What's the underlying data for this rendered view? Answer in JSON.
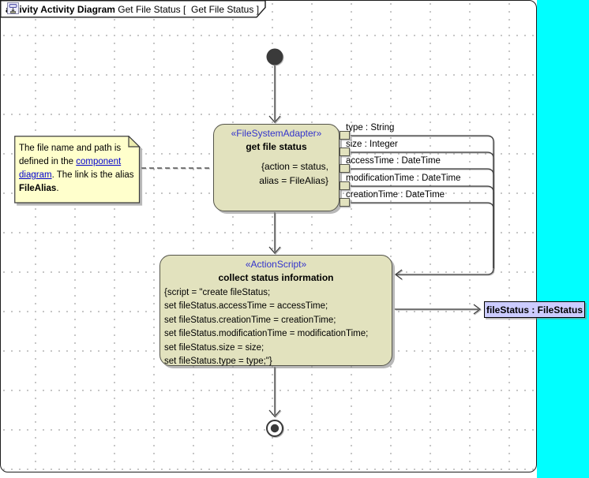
{
  "frame": {
    "title_bold": "activity Activity Diagram",
    "title_mid": " Get File Status [ ",
    "title_end": " Get File Status ]"
  },
  "note": {
    "text1": "The file name and path is defined in the ",
    "link_text": "component diagram",
    "text2": ". The link is the alias ",
    "bold_text": "FileAlias",
    "text3": "."
  },
  "action1": {
    "stereotype": "«FileSystemAdapter»",
    "name": "get file status",
    "tags": [
      "{action = status,",
      "alias = FileAlias}"
    ]
  },
  "pins": [
    {
      "label": "type : String"
    },
    {
      "label": "size : Integer"
    },
    {
      "label": "accessTime : DateTime"
    },
    {
      "label": "modificationTime : DateTime"
    },
    {
      "label": "creationTime : DateTime"
    }
  ],
  "action2": {
    "stereotype": "«ActionScript»",
    "name": "collect status information",
    "script_lines": [
      "{script = \"create fileStatus;",
      "set fileStatus.accessTime = accessTime;",
      "set fileStatus.creationTime = creationTime;",
      "set fileStatus.modificationTime = modificationTime;",
      "set fileStatus.size = size;",
      "set fileStatus.type = type;\"}"
    ]
  },
  "output_node": {
    "label": "fileStatus : FileStatus"
  },
  "colors": {
    "action_fill": "#E2E2BE",
    "note_fill": "#FFFFCC",
    "output_fill": "#CCCCFF",
    "outside_canvas": "#00FFFF",
    "stereotype_text": "#3333CC",
    "link_text": "#0000CC"
  }
}
